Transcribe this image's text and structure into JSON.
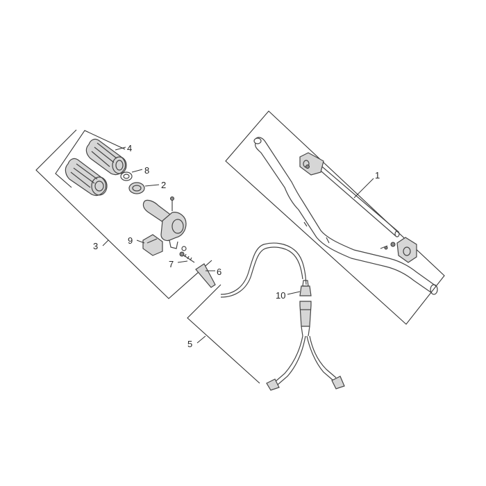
{
  "callouts": {
    "c1": "1",
    "c2": "2",
    "c3": "3",
    "c4": "4",
    "c5": "5",
    "c6": "6",
    "c7": "7",
    "c8": "8",
    "c9": "9",
    "c10": "10"
  },
  "colors": {
    "line": "#444444",
    "fill_light": "#d6d6d6",
    "fill_dark": "#8a8a8a",
    "background": "#ffffff"
  }
}
